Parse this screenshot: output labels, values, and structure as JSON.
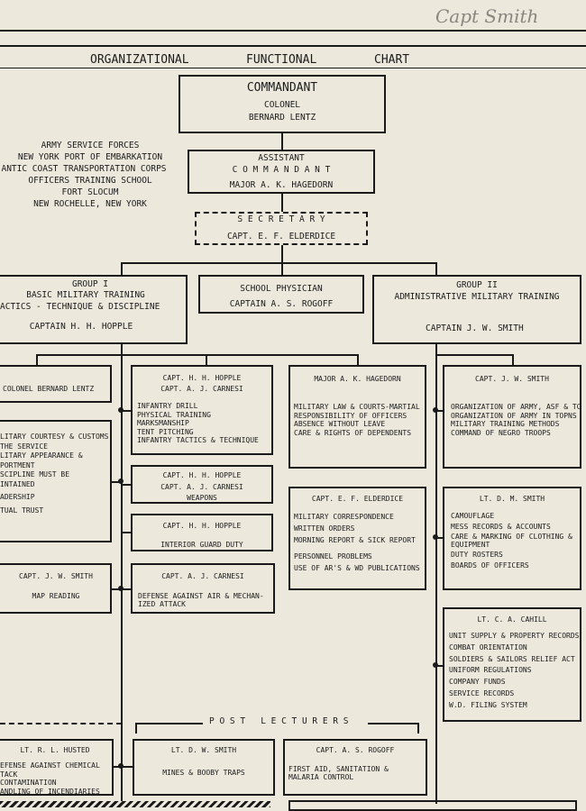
{
  "signature": "Capt Smith",
  "title": {
    "w1": "ORGANIZATIONAL",
    "w2": "FUNCTIONAL",
    "w3": "CHART"
  },
  "institution": [
    "ARMY SERVICE FORCES",
    "NEW YORK PORT OF EMBARKATION",
    "ANTIC COAST TRANSPORTATION CORPS",
    "OFFICERS TRAINING SCHOOL",
    "FORT SLOCUM",
    "NEW ROCHELLE, NEW YORK"
  ],
  "commandant": {
    "title": "COMMANDANT",
    "rank": "COLONEL",
    "name": "BERNARD LENTZ"
  },
  "assistant": {
    "line1": "ASSISTANT",
    "line2": "C O M M A N D A N T",
    "name": "MAJOR A. K. HAGEDORN"
  },
  "secretary": {
    "title": "S E C R E T A R Y",
    "name": "CAPT. E. F. ELDERDICE"
  },
  "group1": {
    "line1": "GROUP I",
    "line2": "BASIC MILITARY TRAINING",
    "line3": "ACTICS - TECHNIQUE & DISCIPLINE",
    "name": "CAPTAIN H. H. HOPPLE"
  },
  "physician": {
    "title": "SCHOOL PHYSICIAN",
    "name": "CAPTAIN A. S. ROGOFF"
  },
  "group2": {
    "line1": "GROUP II",
    "line2": "ADMINISTRATIVE MILITARY TRAINING",
    "name": "CAPTAIN J. W. SMITH"
  },
  "boxes": {
    "lentz": {
      "name": "COLONEL BERNARD LENTZ"
    },
    "lentz_topics": [
      "LITARY COURTESY & CUSTOMS",
      "THE SERVICE",
      "LITARY APPEARANCE &",
      "PORTMENT",
      "SCIPLINE MUST BE",
      "INTAINED",
      "ADERSHIP",
      "TUAL TRUST"
    ],
    "hopple_carnesi": {
      "name1": "CAPT. H. H. HOPPLE",
      "name2": "CAPT. A. J. CARNESI"
    },
    "hopple_carnesi_topics": [
      "INFANTRY DRILL",
      "PHYSICAL TRAINING",
      "MARKSMANSHIP",
      "TENT PITCHING",
      "INFANTRY TACTICS & TECHNIQUE"
    ],
    "hagedorn": {
      "name": "MAJOR A. K. HAGEDORN"
    },
    "hagedorn_topics": [
      "MILITARY LAW & COURTS-MARTIAL",
      "RESPONSIBILITY OF OFFICERS",
      "ABSENCE WITHOUT LEAVE",
      "CARE & RIGHTS OF DEPENDENTS"
    ],
    "smith": {
      "name": "CAPT. J. W. SMITH"
    },
    "smith_topics": [
      "ORGANIZATION OF ARMY, ASF & TC",
      "ORGANIZATION OF ARMY IN TOPNS",
      "MILITARY TRAINING METHODS",
      "COMMAND OF NEGRO TROOPS"
    ],
    "weapons": {
      "name1": "CAPT. H. H. HOPPLE",
      "name2": "CAPT. A. J. CARNESI",
      "topic": "WEAPONS"
    },
    "guard": {
      "name": "CAPT. H. H. HOPPLE",
      "topic": "INTERIOR GUARD DUTY"
    },
    "elderdice": {
      "name": "CAPT. E. F. ELDERDICE"
    },
    "elderdice_topics": [
      "MILITARY CORRESPONDENCE",
      "WRITTEN ORDERS",
      "MORNING REPORT & SICK REPORT",
      "",
      "PERSONNEL PROBLEMS",
      "USE OF AR'S & WD PUBLICATIONS"
    ],
    "dmsmith": {
      "name": "LT. D. M. SMITH"
    },
    "dmsmith_topics": [
      "CAMOUFLAGE",
      "MESS RECORDS & ACCOUNTS",
      "CARE & MARKING OF CLOTHING &",
      "EQUIPMENT",
      "DUTY ROSTERS",
      "BOARDS OF OFFICERS"
    ],
    "jwsmith_map": {
      "name": "CAPT. J. W. SMITH",
      "topic": "MAP READING"
    },
    "carnesi_air": {
      "name": "CAPT. A. J. CARNESI",
      "topic1": "DEFENSE AGAINST AIR & MECHAN-",
      "topic2": "IZED ATTACK"
    },
    "cahill": {
      "name": "LT. C. A. CAHILL"
    },
    "cahill_topics": [
      "UNIT SUPPLY & PROPERTY RECORDS",
      "COMBAT ORIENTATION",
      "SOLDIERS & SAILORS RELIEF ACT",
      "UNIFORM REGULATIONS",
      "COMPANY FUNDS",
      "SERVICE RECORDS",
      "W.D. FILING SYSTEM"
    ],
    "post_lecturers": "P O S T   L E C T U R E R S",
    "husted": {
      "name": "LT. R. L. HUSTED"
    },
    "husted_topics": [
      "EFENSE AGAINST CHEMICAL",
      "TACK",
      "CONTAMINATION",
      "ANDLING OF INCENDIARIES"
    ],
    "dwsmith": {
      "name": "LT. D. W. SMITH",
      "topic": "MINES & BOOBY TRAPS"
    },
    "rogoff": {
      "name": "CAPT. A. S. ROGOFF",
      "topic1": "FIRST AID, SANITATION &",
      "topic2": "MALARIA CONTROL"
    }
  }
}
